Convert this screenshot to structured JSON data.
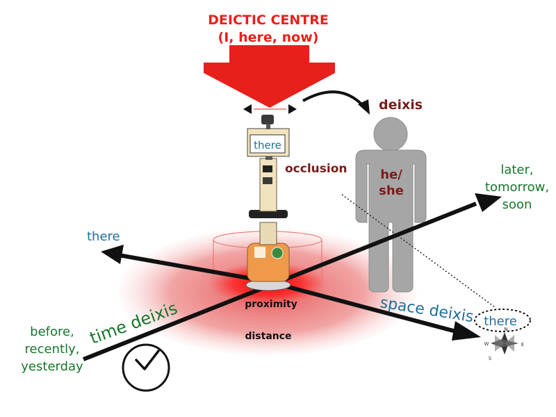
{
  "title": {
    "line1": "DEICTIC CENTRE",
    "line2": "(I, here, now)"
  },
  "labels": {
    "deixis": "deixis",
    "occlusion": "occlusion",
    "person_line1": "he/",
    "person_line2": "she",
    "screen": "there",
    "there_left": "there",
    "there_right": "there",
    "proximity": "proximity",
    "distance": "distance",
    "time_deixis": "time deixis",
    "space_deixis": "space deixis",
    "future": [
      "later,",
      "tomorrow,",
      "soon"
    ],
    "past": [
      "before,",
      "recently,",
      "yesterday"
    ]
  },
  "compass": {
    "letters": [
      "N",
      "E",
      "S",
      "W"
    ]
  },
  "colors": {
    "arrow_red": "#e8201c",
    "proximity_red": "#ff1a1a",
    "label_green": "#17762a",
    "label_blue": "#1f6f99",
    "label_maroon": "#7a1c1c",
    "person_gray": "#a6a6a6"
  }
}
